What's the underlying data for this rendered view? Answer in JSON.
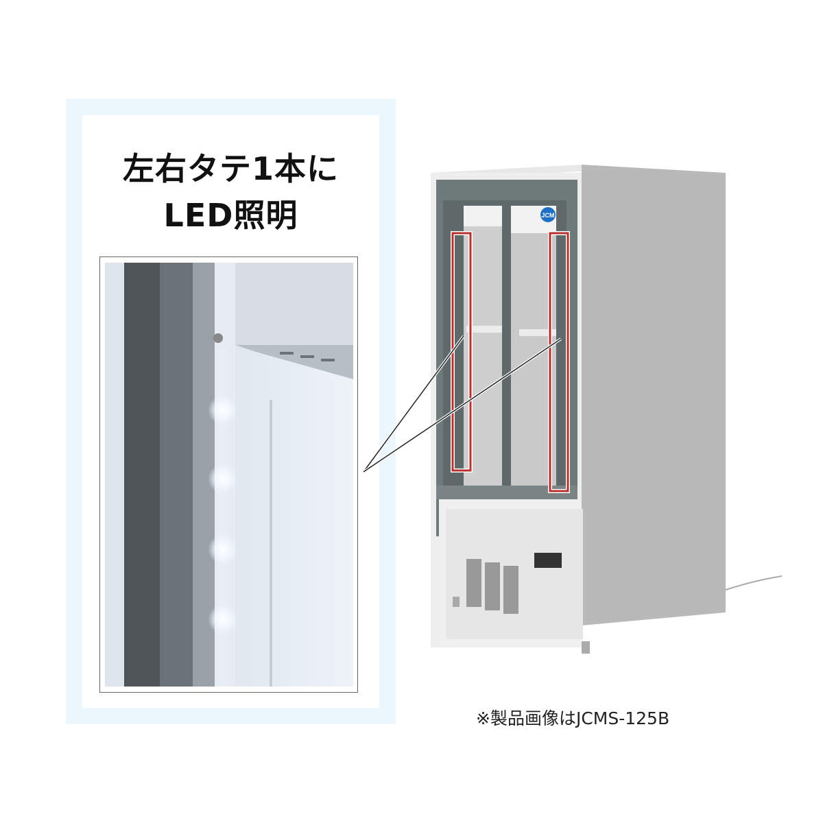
{
  "headline": {
    "line1": "左右タテ1本に",
    "line2": "LED照明"
  },
  "caption": "※製品画像はJCMS-125B",
  "logo_text": "JCM",
  "colors": {
    "panel_bg": "#eaf5fc",
    "highlight": "#b8312f",
    "door_frame": "#6f7a7b",
    "body": "#b9b9b9"
  }
}
